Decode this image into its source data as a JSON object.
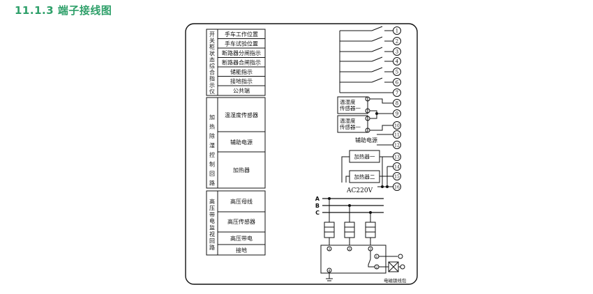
{
  "title": "11.1.3 端子接线图",
  "colors": {
    "title": "#2fa06a",
    "line": "#111111"
  },
  "left_panel": {
    "groups": [
      {
        "label": "开关柜状态综合指示仪",
        "rows": [
          "手车工作位置",
          "手车试验位置",
          "断路器分闸指示",
          "断路器合闸指示",
          "储能指示",
          "接地指示",
          "公共端"
        ]
      },
      {
        "label": "加热除湿控制回路",
        "rows": [
          "温湿度传感器",
          "辅助电源",
          "加热器"
        ]
      },
      {
        "label": "高压带电监视回路",
        "rows": [
          "高压母线",
          "高压传感器",
          "高压带电",
          "接地"
        ]
      }
    ]
  },
  "terminals": [
    "1",
    "2",
    "3",
    "4",
    "5",
    "6",
    "7",
    "8",
    "9",
    "10",
    "11",
    "12",
    "13",
    "14",
    "15",
    "16"
  ],
  "right_panel": {
    "sensor_1": "温湿度传感器一",
    "sensor_2": "温湿度传感器一",
    "aux_power": "辅助电源",
    "heater_1": "加热器一",
    "heater_2": "加热器二",
    "ac_label": "AC220V",
    "bus_labels": [
      "A",
      "B",
      "C"
    ],
    "lock_coil": "电磁锁线包",
    "pin_numbers": [
      "3",
      "3",
      "3",
      "1",
      "2",
      "4"
    ]
  }
}
